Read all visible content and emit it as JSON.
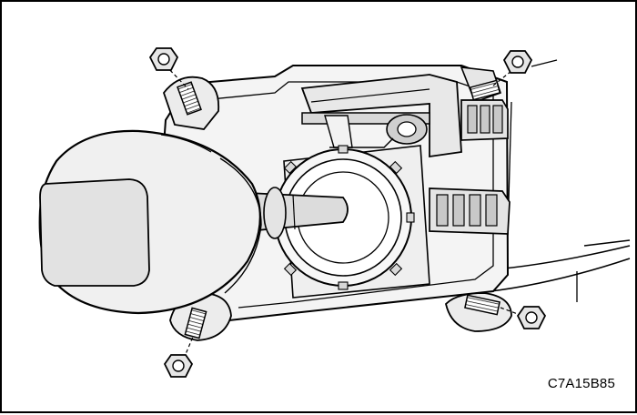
{
  "figure": {
    "code": "C7A15B85"
  },
  "colors": {
    "line": "#000000",
    "fill_light": "#f2f2f2",
    "fill_mid": "#e2e2e2",
    "fill_dark": "#c8c8c8",
    "background": "#ffffff"
  },
  "parts": {
    "nut_count": 4,
    "stud_count": 4
  }
}
